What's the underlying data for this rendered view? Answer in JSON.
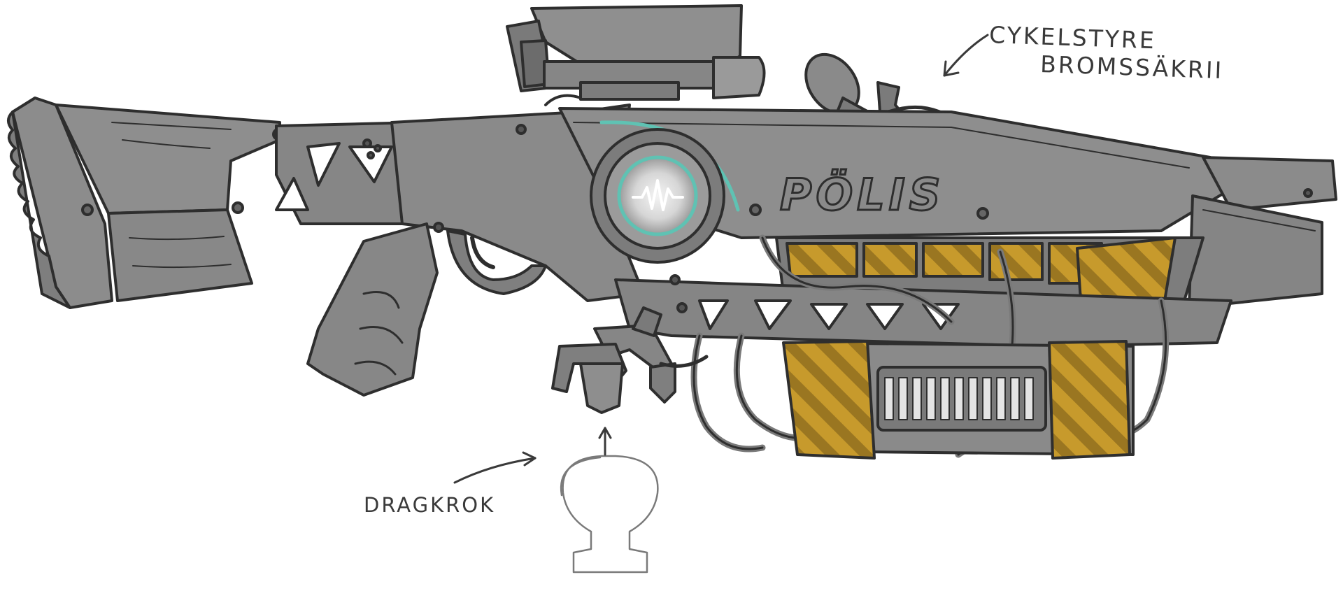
{
  "labels": {
    "bike_brake_line1": "CYKELSTYRE",
    "bike_brake_line2": "BROMSSÄKRII",
    "tow_hook": "DRAGKROK",
    "weapon_text": "PÖLIS"
  },
  "colors": {
    "metal": "#8d8d8d",
    "metal_dark": "#6f6f6f",
    "metal_light": "#a9a9a9",
    "outline": "#2e2e2e",
    "hazard_yellow": "#c79a2c",
    "hazard_stripe": "#8a6a1e",
    "wood": "#8e8e8e",
    "core_glow": "#5fc2b3",
    "background": "#ffffff"
  },
  "icons": {
    "core": "waveform-icon"
  }
}
